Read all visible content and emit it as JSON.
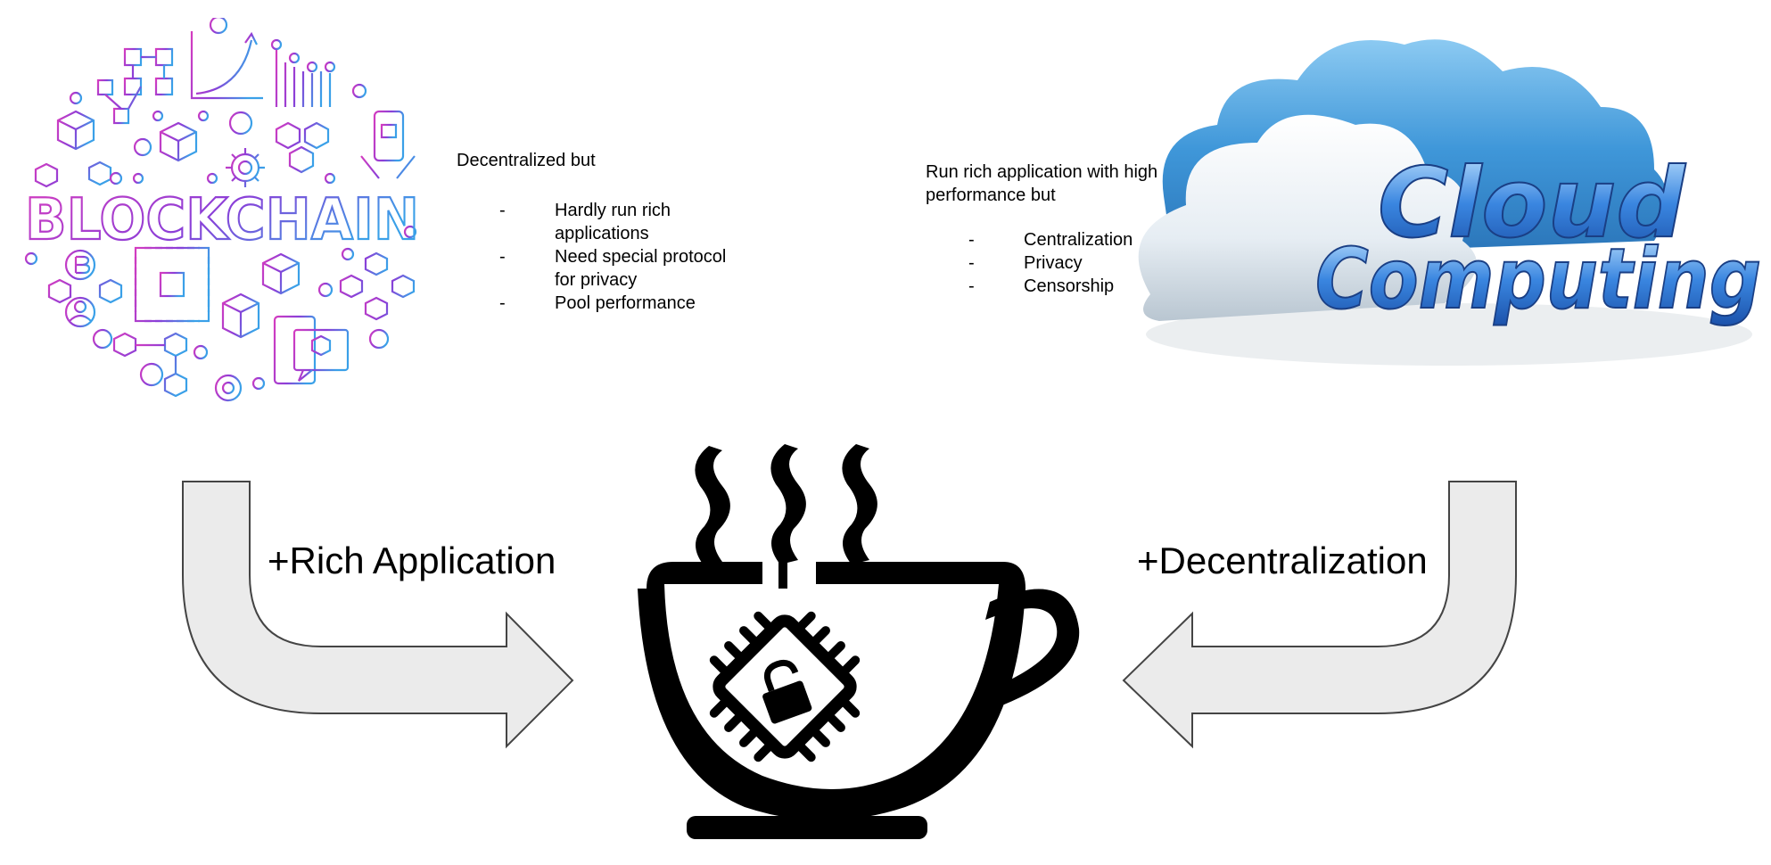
{
  "blockchain_section": {
    "logo_word": "BLOCKCHAIN",
    "logo_icon": "blockchain-circle-icon",
    "heading": "Decentralized but",
    "bullets": [
      "Hardly run rich applications",
      "Need special protocol for privacy",
      "Pool performance"
    ]
  },
  "cloud_section": {
    "logo_words": [
      "Cloud",
      "Computing"
    ],
    "logo_icon": "cloud-icon",
    "heading": "Run rich application with high performance but",
    "bullets": [
      "Centralization",
      "Privacy",
      "Censorship"
    ]
  },
  "arrows": {
    "left_label": "+Rich Application",
    "right_label": "+Decentralization"
  },
  "center_icon": "coffee-cup-chip-lock-icon",
  "colors": {
    "blockchain_gradient": [
      "#d43cc0",
      "#8a3fd8",
      "#3aa0e8"
    ],
    "cloud_blue": "#3f97d9",
    "text_blue": "#2a6fd6",
    "arrow_fill": "#ebebeb",
    "arrow_stroke": "#444444"
  }
}
